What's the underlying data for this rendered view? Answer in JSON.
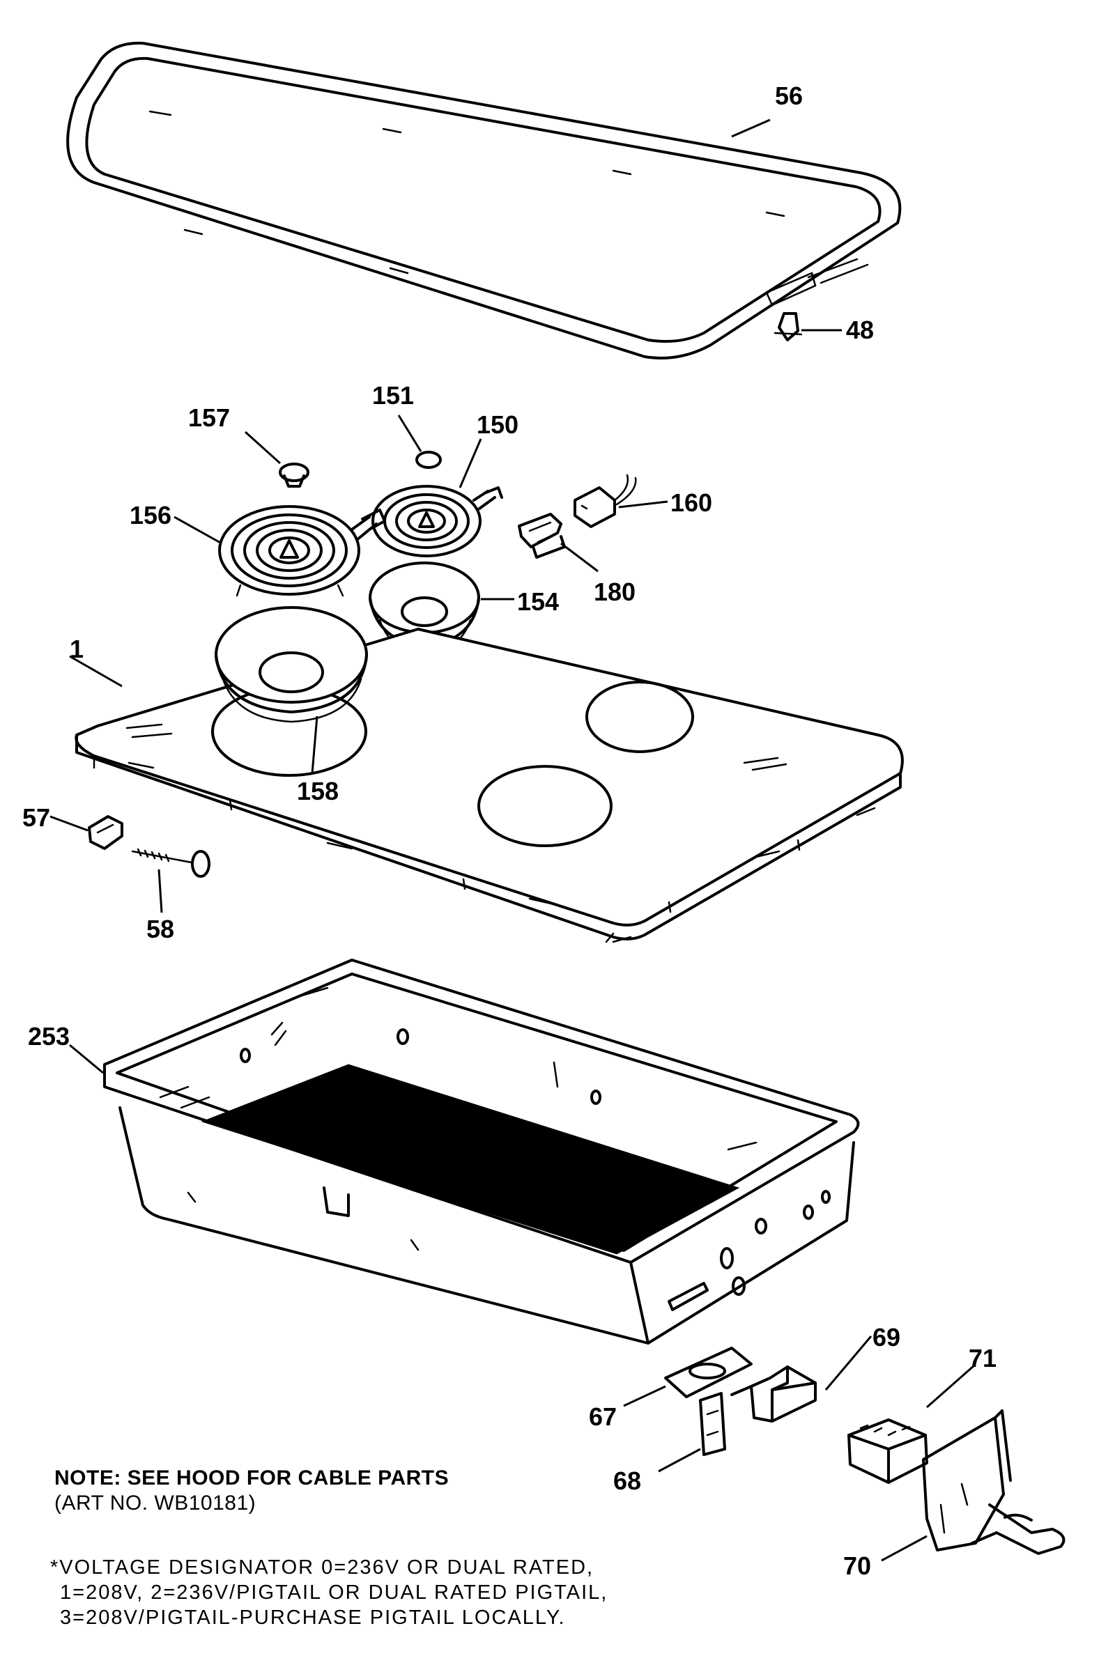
{
  "callouts": {
    "c56": "56",
    "c48": "48",
    "c151": "151",
    "c157": "157",
    "c150": "150",
    "c156": "156",
    "c160": "160",
    "c180": "180",
    "c154": "154",
    "c1": "1",
    "c158": "158",
    "c57": "57",
    "c58": "58",
    "c253": "253",
    "c69": "69",
    "c71": "71",
    "c67": "67",
    "c68": "68",
    "c70": "70"
  },
  "note": {
    "line1": "NOTE: SEE HOOD FOR CABLE PARTS",
    "line2": "(ART NO. WB10181)"
  },
  "voltage": {
    "line1": "*VOLTAGE DESIGNATOR 0=236V OR DUAL RATED,",
    "line2": "1=208V, 2=236V/PIGTAIL OR DUAL RATED PIGTAIL,",
    "line3": "3=208V/PIGTAIL-PURCHASE PIGTAIL LOCALLY."
  }
}
